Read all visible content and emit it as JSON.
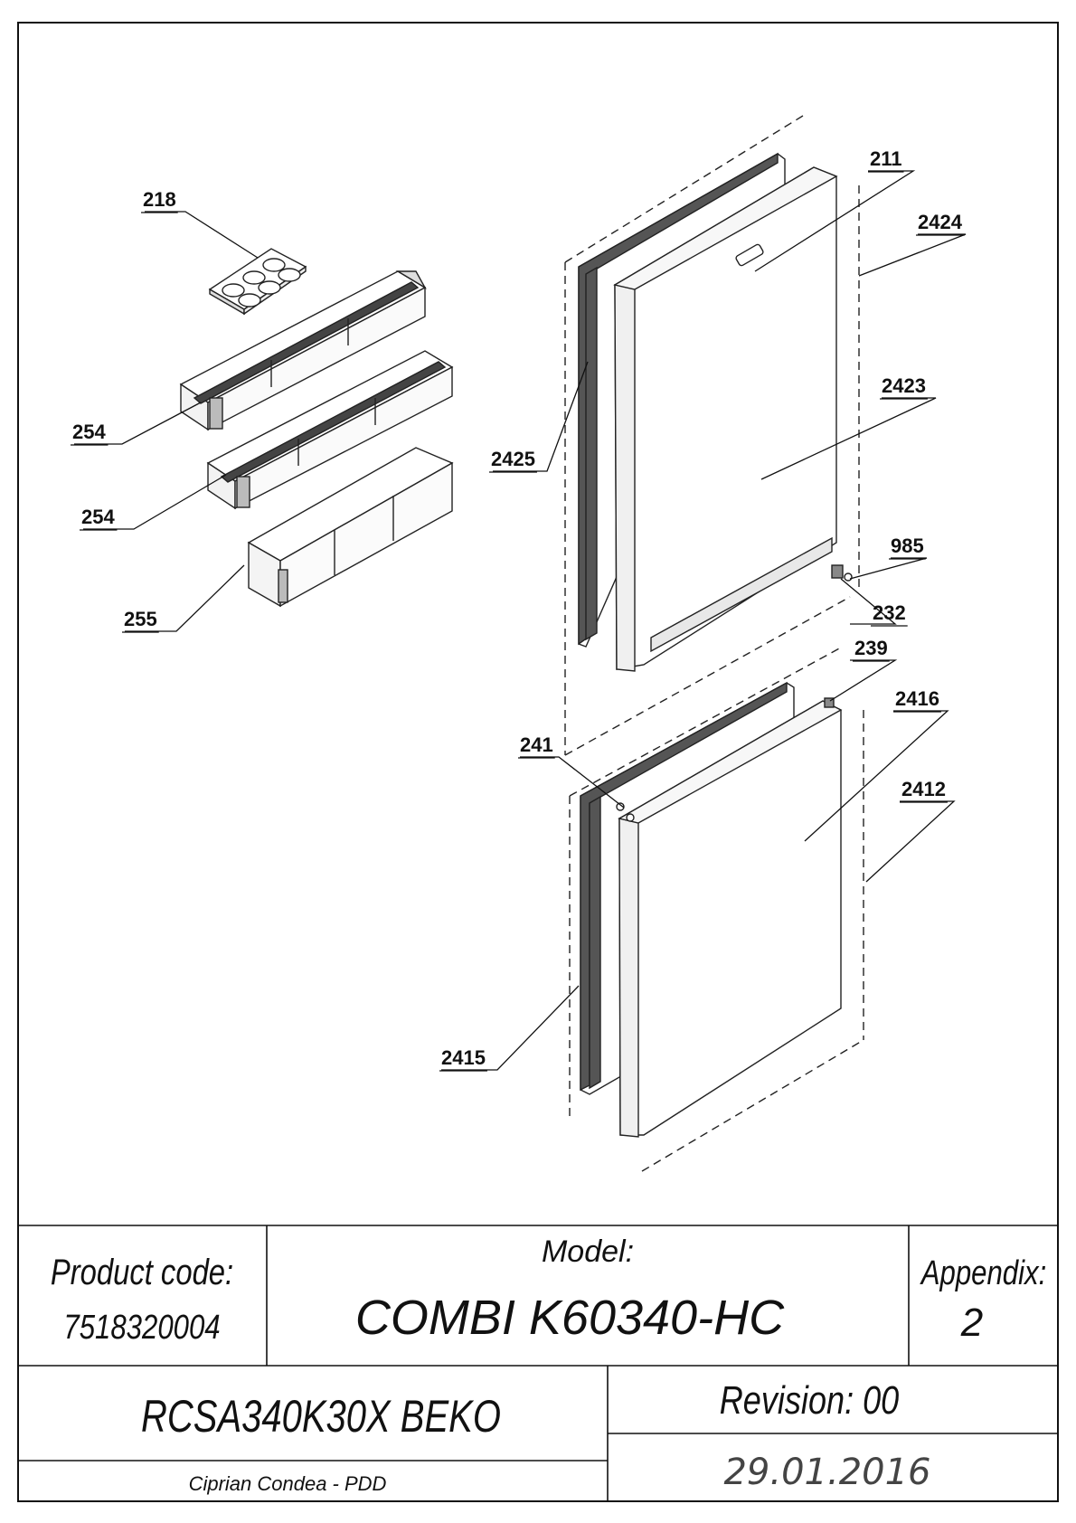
{
  "parts": [
    {
      "label": "218"
    },
    {
      "label": "254"
    },
    {
      "label": "254"
    },
    {
      "label": "255"
    },
    {
      "label": "211"
    },
    {
      "label": "2424"
    },
    {
      "label": "2423"
    },
    {
      "label": "2425"
    },
    {
      "label": "985"
    },
    {
      "label": "232"
    },
    {
      "label": "239"
    },
    {
      "label": "2416"
    },
    {
      "label": "241"
    },
    {
      "label": "2412"
    },
    {
      "label": "2415"
    }
  ],
  "title_block": {
    "product_code_label": "Product code:",
    "product_code": "7518320004",
    "model_label": "Model:",
    "model": "COMBI K60340-HC",
    "appendix_label": "Appendix:",
    "appendix": "2",
    "product_name": "RCSA340K30X BEKO",
    "revision": "Revision: 00",
    "author": "Ciprian Condea - PDD",
    "date": "29.01.2016"
  }
}
